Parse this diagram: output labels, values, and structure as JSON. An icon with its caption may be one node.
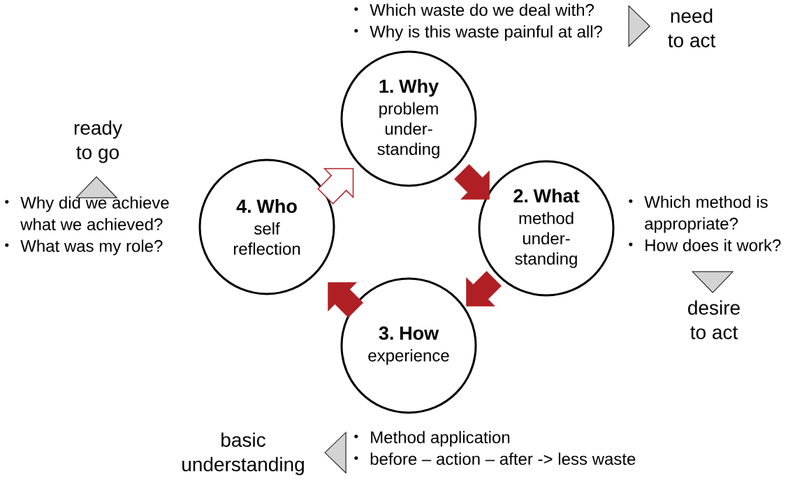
{
  "diagram": {
    "nodes": [
      {
        "text": [
          "1. Why",
          "problem under- standing"
        ]
      },
      {
        "text": [
          "2. What",
          "method under- standing"
        ]
      },
      {
        "text": [
          "3. How",
          "experience"
        ]
      },
      {
        "text": [
          "4. Who",
          "self reflection"
        ]
      },
      {
        "text": [
          "Which waste do we deal with?",
          "Why is this waste painful at all?"
        ]
      },
      {
        "text": [
          "need to act"
        ]
      },
      {
        "text": [
          "Which method is appropriate?",
          "How does it work?"
        ]
      },
      {
        "text": [
          "desire to act"
        ]
      },
      {
        "text": [
          "Method application",
          "before – action – after -> less waste"
        ]
      },
      {
        "text": [
          "basic understanding"
        ]
      },
      {
        "text": [
          "Why did we achieve what we achieved?",
          "What was my role?"
        ]
      },
      {
        "text": [
          "ready to go"
        ]
      }
    ],
    "edges": [
      {
        "from": 0,
        "to": 1,
        "arrow": "to"
      },
      {
        "from": 1,
        "to": 2,
        "arrow": "to"
      },
      {
        "from": 2,
        "to": 3,
        "arrow": "to"
      },
      {
        "from": 3,
        "to": 0,
        "arrow": "to"
      },
      {
        "from": 4,
        "to": 5,
        "arrow": "to",
        "color": "#d3d3d3"
      },
      {
        "from": 6,
        "to": 7,
        "arrow": "to",
        "color": "#d3d3d3"
      },
      {
        "from": 8,
        "to": 9,
        "arrow": "to",
        "color": "#d3d3d3"
      },
      {
        "from": 10,
        "to": 11,
        "arrow": "to",
        "color": "#d3d3d3"
      }
    ]
  }
}
